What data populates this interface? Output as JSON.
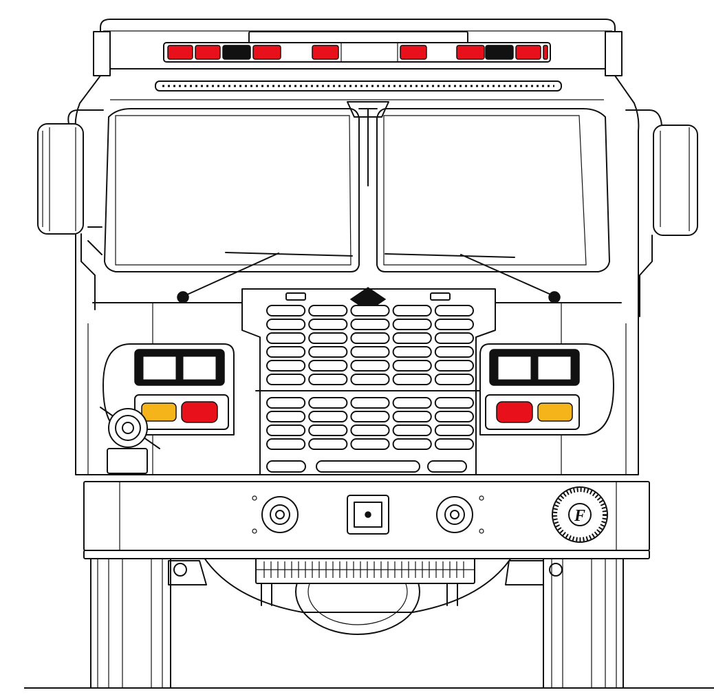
{
  "drawing": {
    "subject": "fire-truck-front-elevation",
    "colors": {
      "line": "#111111",
      "background": "#ffffff",
      "lightbar_red": "#e8101a",
      "marker_amber": "#f4b41a"
    },
    "lightbar_segments": [
      "red",
      "red",
      "black",
      "red",
      "red",
      "red",
      "red",
      "black",
      "red",
      "red"
    ],
    "grille_upper_rows": 6,
    "grille_lower_rows": 4,
    "grille_columns": 5,
    "bumper_emblem_letter": "F"
  }
}
